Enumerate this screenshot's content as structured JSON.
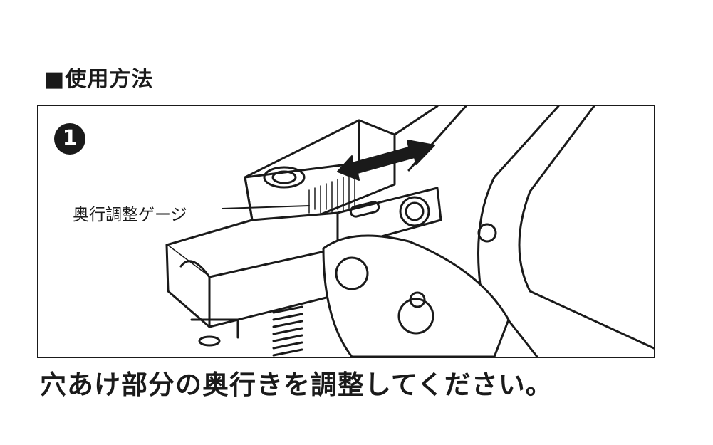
{
  "heading": "■使用方法",
  "step": {
    "number": "1"
  },
  "callout_label": "奥行調整ゲージ",
  "caption": "穴あけ部分の奥行きを調整してください。",
  "colors": {
    "ink": "#1a1a1a",
    "background": "#ffffff"
  },
  "icons": {
    "adjust_arrow": "double-arrow-icon"
  }
}
